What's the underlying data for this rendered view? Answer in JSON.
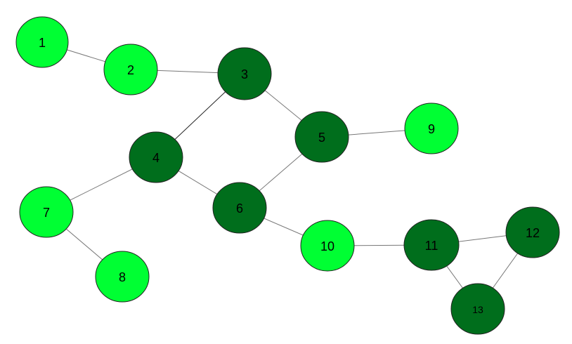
{
  "graph": {
    "colors": {
      "light": "#00ff33",
      "dark": "#006e1c"
    },
    "nodes": [
      {
        "id": "1",
        "label": "1",
        "shade": "light"
      },
      {
        "id": "2",
        "label": "2",
        "shade": "light"
      },
      {
        "id": "3",
        "label": "3",
        "shade": "dark"
      },
      {
        "id": "4",
        "label": "4",
        "shade": "dark"
      },
      {
        "id": "5",
        "label": "5",
        "shade": "dark"
      },
      {
        "id": "6",
        "label": "6",
        "shade": "dark"
      },
      {
        "id": "7",
        "label": "7",
        "shade": "light"
      },
      {
        "id": "8",
        "label": "8",
        "shade": "light"
      },
      {
        "id": "9",
        "label": "9",
        "shade": "light"
      },
      {
        "id": "10",
        "label": "10",
        "shade": "light"
      },
      {
        "id": "11",
        "label": "11",
        "shade": "dark"
      },
      {
        "id": "12",
        "label": "12",
        "shade": "dark"
      },
      {
        "id": "13",
        "label": "13",
        "shade": "dark"
      }
    ],
    "edges": [
      [
        "1",
        "2"
      ],
      [
        "2",
        "3"
      ],
      [
        "3",
        "4"
      ],
      [
        "3",
        "5"
      ],
      [
        "4",
        "6"
      ],
      [
        "4",
        "7"
      ],
      [
        "5",
        "6"
      ],
      [
        "5",
        "9"
      ],
      [
        "6",
        "10"
      ],
      [
        "7",
        "8"
      ],
      [
        "10",
        "11"
      ],
      [
        "11",
        "12"
      ],
      [
        "11",
        "13"
      ],
      [
        "12",
        "13"
      ]
    ]
  }
}
